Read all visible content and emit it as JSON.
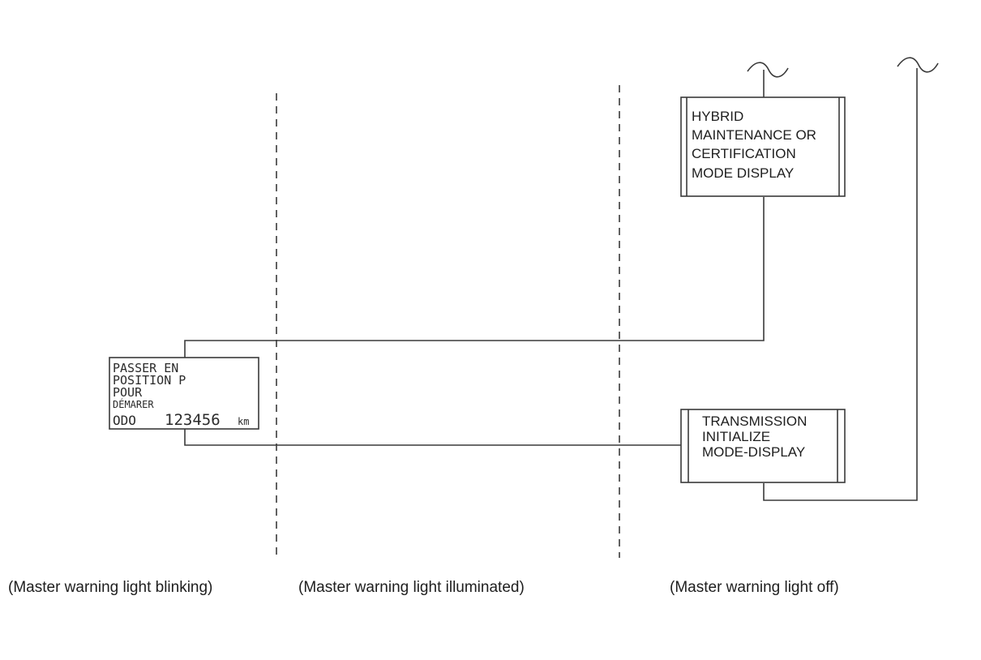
{
  "display_screen": {
    "lines": [
      "PASSER EN",
      "POSITION P",
      "POUR",
      "DÉMARER"
    ],
    "odo_label": "ODO",
    "odo_value": "123456",
    "odo_unit": "km"
  },
  "hybrid_box": {
    "lines": [
      "HYBRID",
      "MAINTENANCE OR",
      "CERTIFICATION",
      "MODE DISPLAY"
    ]
  },
  "transmission_box": {
    "lines": [
      "TRANSMISSION",
      "INITIALIZE",
      "MODE-DISPLAY"
    ]
  },
  "captions": [
    "(Master warning light blinking)",
    "(Master warning light illuminated)",
    "(Master warning light off)"
  ]
}
